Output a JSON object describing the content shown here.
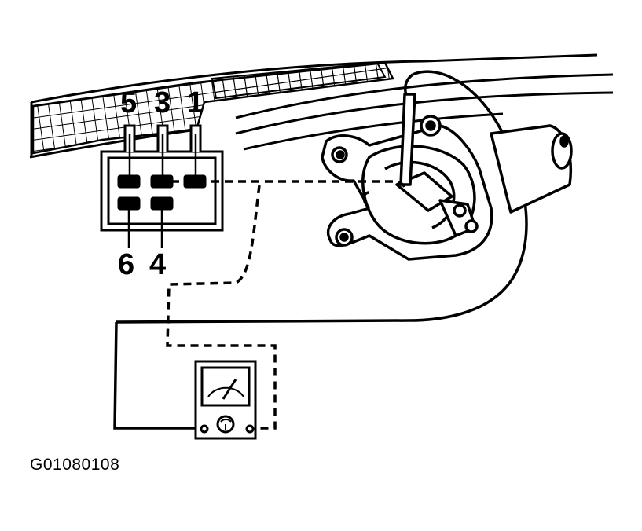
{
  "connector": {
    "top_pins": [
      "5",
      "3",
      "1"
    ],
    "bottom_pins": [
      "6",
      "4"
    ]
  },
  "figure_id": "G01080108",
  "colors": {
    "ink": "#000000",
    "paper": "#ffffff"
  },
  "icons": [
    "ohmmeter-icon",
    "wiper-motor-icon",
    "connector-icon"
  ]
}
